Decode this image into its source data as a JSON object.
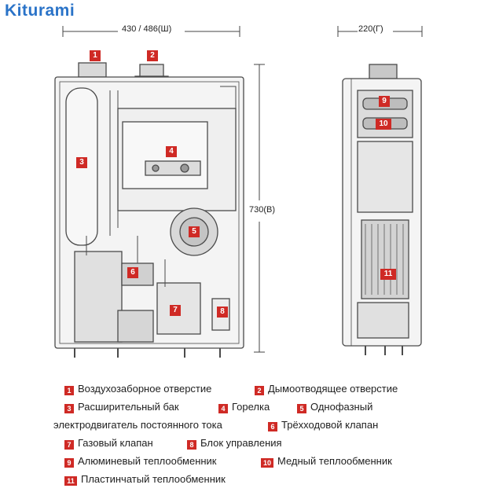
{
  "brand": {
    "logo_text": "Kiturami"
  },
  "dimensions": {
    "width": "430 / 486(Ш)",
    "depth": "220(Г)",
    "height": "730(В)"
  },
  "colors": {
    "badge": "#cf2a25",
    "logo": "#2a73c8",
    "line": "#4a4a4a"
  },
  "front_badges": [
    "1",
    "2",
    "3",
    "4",
    "5",
    "6",
    "7",
    "8"
  ],
  "side_badges": [
    "9",
    "10",
    "11"
  ],
  "legend": [
    {
      "num": "1",
      "text": "Воздухозаборное отверстие"
    },
    {
      "num": "2",
      "text": "Дымоотводящее отверстие"
    },
    {
      "num": "3",
      "text": "Расширительный бак"
    },
    {
      "num": "4",
      "text": "Горелка"
    },
    {
      "num": "5",
      "text": "Однофазный"
    },
    {
      "num": "",
      "text": "электродвигатель постоянного тока"
    },
    {
      "num": "6",
      "text": "Трёхходовой клапан"
    },
    {
      "num": "7",
      "text": "Газовый клапан"
    },
    {
      "num": "8",
      "text": "Блок управления"
    },
    {
      "num": "9",
      "text": "Алюминевый теплообменник"
    },
    {
      "num": "10",
      "text": "Медный теплообменник"
    },
    {
      "num": "11",
      "text": "Пластинчатый теплообменник"
    }
  ]
}
